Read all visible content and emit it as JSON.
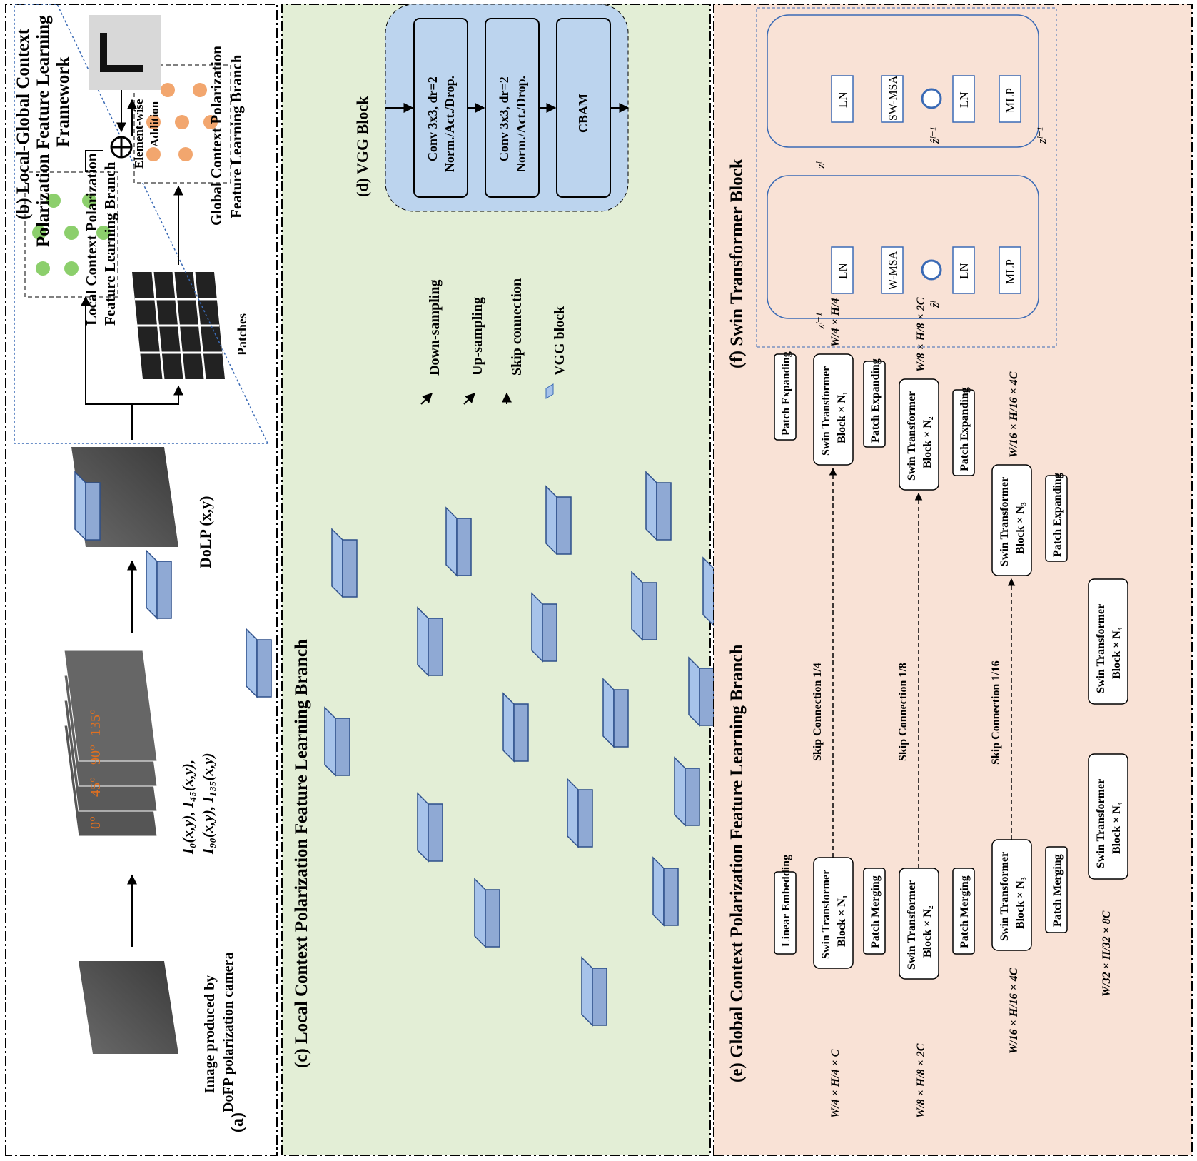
{
  "panel_a": {
    "tag": "(a)",
    "caption_image": [
      "Image produced by",
      "DoFP polarization camera"
    ],
    "angles": [
      "0°",
      "45°",
      "90°",
      "135°"
    ],
    "caption_intensity_1": "I₀(x,y), I₄₅(x,y),",
    "caption_intensity_2": "I₉₀(x,y), I₁₃₅(x,y)",
    "caption_dolp": "DoLP (x,y)",
    "accent_color": "#e07020"
  },
  "panel_b": {
    "title_1": "(b) Local-Global Context",
    "title_2": "Polarization Feature Learning",
    "title_3": "Framework",
    "local_label_1": "Local Context Polarization",
    "local_label_2": "Feature Learning Branch",
    "global_label_1": "Global Context Polarization",
    "global_label_2": "Feature Learning Branch",
    "patches_label": "Patches",
    "addition_label_1": "Element-wise",
    "addition_label_2": "Addition",
    "local_node_color": "#8ccf6c",
    "global_node_color": "#f2a66e"
  },
  "panel_c": {
    "title": "(c) Local Context Polarization Feature Learning Branch",
    "background": "#e3eed6",
    "block_color": "#a7c3ea"
  },
  "panel_d": {
    "title": "(d) VGG Block",
    "conv1_line1": "Conv 3x3, dr=2",
    "conv1_line2": "Norm./Act./Drop.",
    "conv2_line1": "Conv 3x3, dr=2",
    "conv2_line2": "Norm./Act./Drop.",
    "cbam": "CBAM",
    "background": "#bcd4ee"
  },
  "legend": {
    "down": "Down-sampling",
    "up": "Up-sampling",
    "skip": "Skip connection",
    "vgg": "VGG block"
  },
  "panel_e": {
    "title": "(e) Global Context Polarization Feature Learning Branch",
    "background": "#f9e2d6",
    "linear_embedding": "Linear Embedding",
    "swin_line1": "Swin Transformer",
    "block_n1": "Block × N₁",
    "block_n2": "Block × N₂",
    "block_n3": "Block × N₃",
    "block_n4": "Block × N₄",
    "patch_merging": "Patch Merging",
    "patch_expanding": "Patch Expanding",
    "skip_4": "Skip Connection 1/4",
    "skip_8": "Skip Connection 1/8",
    "skip_16": "Skip Connection 1/16",
    "dim_4": "W/4 × H/4 × C",
    "dim_8": "W/8 × H/8 × 2C",
    "dim_16": "W/16 × H/16 × 4C",
    "dim_32": "W/32 × H/32 × 8C"
  },
  "panel_f": {
    "title": "(f) Swin Transformer Block",
    "ln": "LN",
    "wmsa": "W-MSA",
    "swmsa": "SW-MSA",
    "mlp": "MLP",
    "z_prev": "zˡ⁻¹",
    "z_hat_l": "ẑˡ",
    "z_l": "zˡ",
    "z_hat_next": "ẑˡ⁺¹",
    "z_next": "zˡ⁺¹",
    "line_color": "#3a6ab5"
  }
}
